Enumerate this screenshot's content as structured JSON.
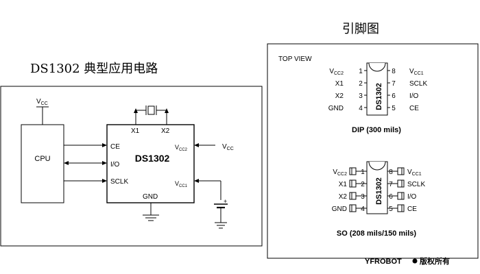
{
  "circuit": {
    "title": "DS1302 典型应用电路",
    "vcc_top": {
      "main": "V",
      "sub": "CC"
    },
    "cpu_label": "CPU",
    "chip_label": "DS1302",
    "pins": {
      "ce": "CE",
      "io": "I/O",
      "sclk": "SCLK",
      "x1": "X1",
      "x2": "X2",
      "gnd": "GND",
      "vcc2": {
        "main": "V",
        "sub": "CC2"
      },
      "vcc1": {
        "main": "V",
        "sub": "CC1"
      }
    },
    "vcc_right": {
      "main": "V",
      "sub": "CC"
    },
    "battery_plus": "+"
  },
  "pinout": {
    "title": "引脚图",
    "top_view": "TOP VIEW",
    "dip_label": "DIP (300 mils)",
    "so_label": "SO (208 mils/150 mils)",
    "chip_text": "DS1302",
    "left_pins": [
      {
        "num": "1",
        "main": "V",
        "sub": "CC2"
      },
      {
        "num": "2",
        "main": "X1",
        "sub": ""
      },
      {
        "num": "3",
        "main": "X2",
        "sub": ""
      },
      {
        "num": "4",
        "main": "GND",
        "sub": ""
      }
    ],
    "right_pins": [
      {
        "num": "8",
        "main": "V",
        "sub": "CC1"
      },
      {
        "num": "7",
        "main": "SCLK",
        "sub": ""
      },
      {
        "num": "6",
        "main": "I/O",
        "sub": ""
      },
      {
        "num": "5",
        "main": "CE",
        "sub": ""
      }
    ]
  },
  "footer": {
    "brand": "YFROBOT",
    "rights": "版权所有"
  }
}
